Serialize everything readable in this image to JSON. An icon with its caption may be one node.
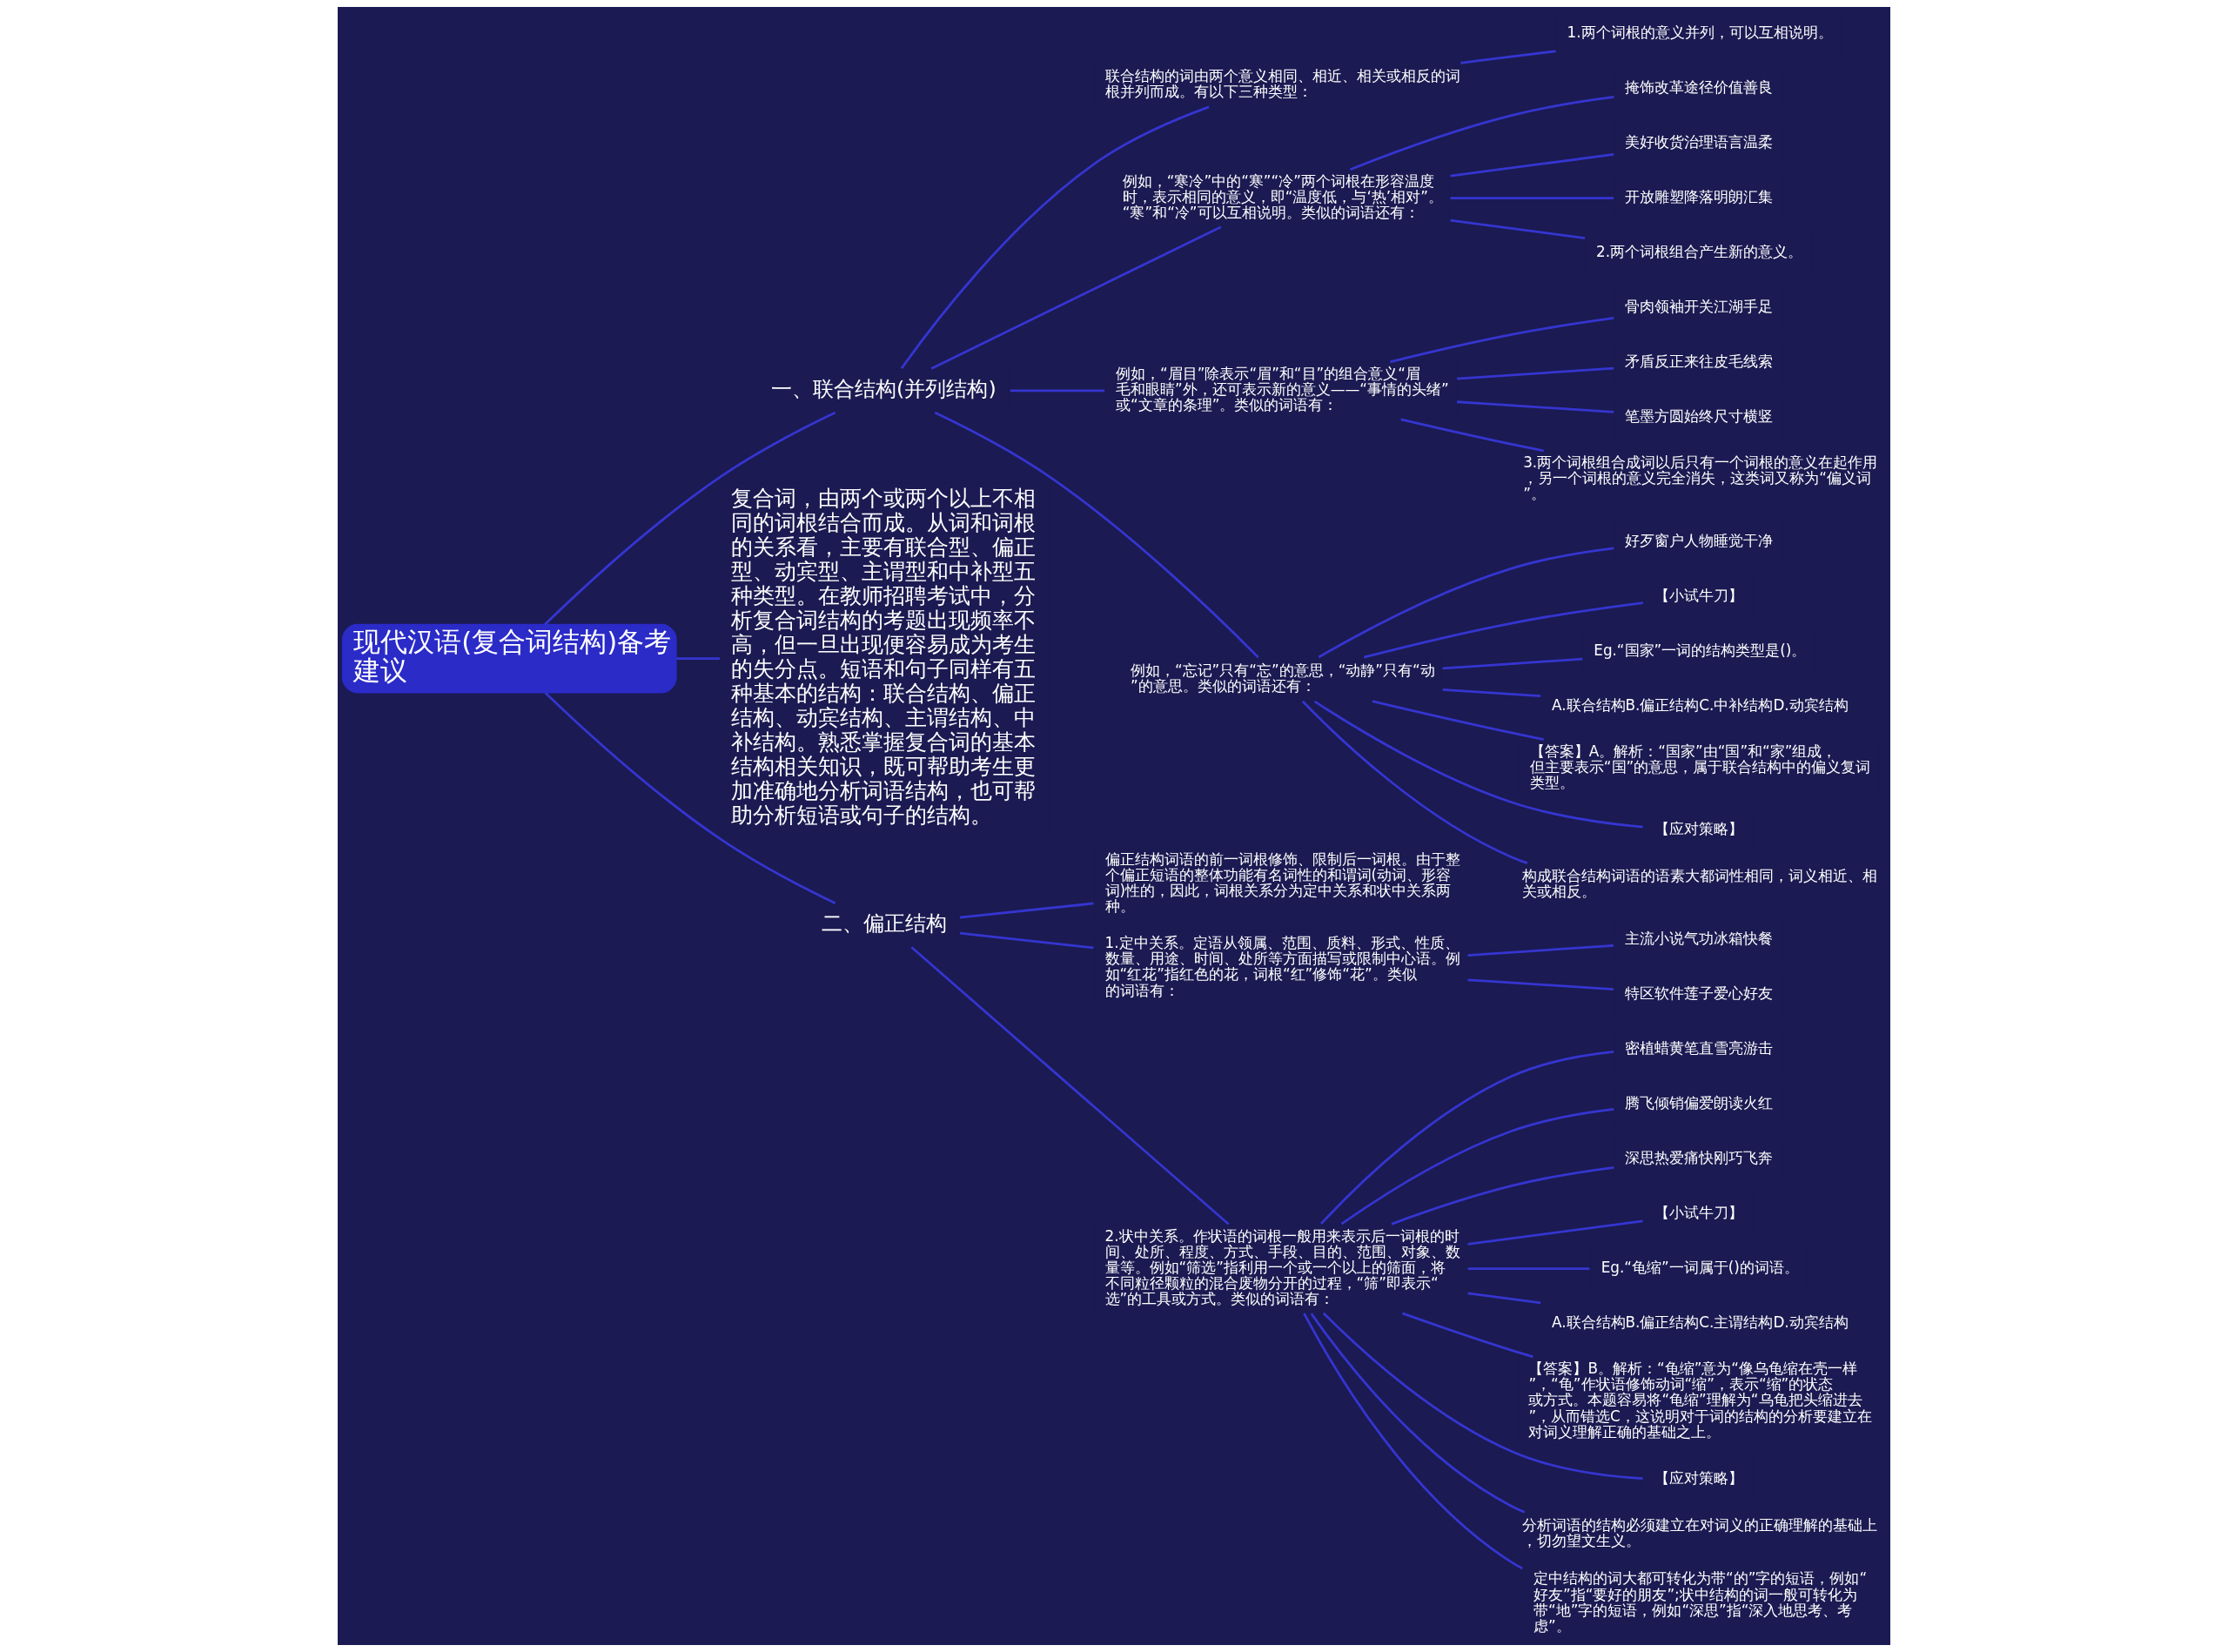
{
  "diagram": {
    "nodes": [
      {
        "text": [
          "现代汉语(复合词结构)备考建议"
        ]
      },
      {
        "text": [
          "一、联合结构(并列结构)"
        ]
      },
      {
        "text": [
          "联合结构的词由两个意义相同、相近、相关或相反的词根并列而成。有以下三种类型："
        ]
      },
      {
        "text": [
          "例如，“寒冷”中的“寒”“冷”两个词根在形容温度时，表示相同的意义，即“温度低，与‘热’相对”。“寒”和“冷”可以互相说明。类似的词语还有："
        ]
      },
      {
        "text": [
          "例如，“眉目”除表示“眉”和“目”的组合意义“眉毛和眼睛”外，还可表示新的意义——“事情的头绪”或“文章的条理”。类似的词语有："
        ]
      },
      {
        "text": [
          "例如，“忘记”只有“忘”的意思，“动静”只有“动”的意思。类似的词语还有："
        ]
      },
      {
        "text": [
          "1.两个词根的意义并列，可以互相说明。"
        ]
      },
      {
        "text": [
          "掩饰改革途径价值善良"
        ]
      },
      {
        "text": [
          "美好收货治理语言温柔"
        ]
      },
      {
        "text": [
          "开放雕塑降落明朗汇集"
        ]
      },
      {
        "text": [
          "2.两个词根组合产生新的意义。"
        ]
      },
      {
        "text": [
          "骨肉领袖开关江湖手足"
        ]
      },
      {
        "text": [
          "矛盾反正来往皮毛线索"
        ]
      },
      {
        "text": [
          "笔墨方圆始终尺寸横竖"
        ]
      },
      {
        "text": [
          "3.两个词根组合成词以后只有一个词根的意义在起作用，另一个词根的意义完全消失，这类词又称为“偏义词”。"
        ]
      },
      {
        "text": [
          "好歹窗户人物睡觉干净"
        ]
      },
      {
        "text": [
          "【小试牛刀】"
        ]
      },
      {
        "text": [
          "Eg.“国家”一词的结构类型是()。"
        ]
      },
      {
        "text": [
          "A.联合结构B.偏正结构C.中补结构D.动宾结构"
        ]
      },
      {
        "text": [
          "【答案】A。解析：“国家”由“国”和“家”组成，但主要表示“国”的意思，属于联合结构中的偏义复词类型。"
        ]
      },
      {
        "text": [
          "【应对策略】"
        ]
      },
      {
        "text": [
          "构成联合结构词语的语素大都词性相同，词义相近、相关或相反。"
        ]
      },
      {
        "text": [
          "复合词，由两个或两个以上不相同的词根结合而成。从词和词根的关系看，主要有联合型、偏正型、动宾型、主谓型和中补型五种类型。在教师招聘考试中，分析复合词结构的考题出现频率不高，但一旦出现便容易成为考生的失分点。短语和句子同样有五种基本的结构：联合结构、偏正结构、动宾结构、主谓结构、中补结构。熟悉掌握复合词的基本结构相关知识，既可帮助考生更加准确地分析词语结构，也可帮助分析短语或句子的结构。"
        ]
      },
      {
        "text": [
          "二、偏正结构"
        ]
      },
      {
        "text": [
          "偏正结构词语的前一词根修饰、限制后一词根。由于整个偏正短语的整体功能有名词性的和谓词(动词、形容词)性的，因此，词根关系分为定中关系和状中关系两种。"
        ]
      },
      {
        "text": [
          "1.定中关系。定语从领属、范围、质料、形式、性质、数量、用途、时间、处所等方面描写或限制中心语。例如“红花”指红色的花，词根“红”修饰“花”。类似的词语有："
        ]
      },
      {
        "text": [
          "2.状中关系。作状语的词根一般用来表示后一词根的时间、处所、程度、方式、手段、目的、范围、对象、数量等。例如“筛选”指利用一个或一个以上的筛面，将不同粒径颗粒的混合废物分开的过程，“筛”即表示“选”的工具或方式。类似的词语有："
        ]
      },
      {
        "text": [
          "主流小说气功冰箱快餐"
        ]
      },
      {
        "text": [
          "特区软件莲子爱心好友"
        ]
      },
      {
        "text": [
          "密植蜡黄笔直雪亮游击"
        ]
      },
      {
        "text": [
          "腾飞倾销偏爱朗读火红"
        ]
      },
      {
        "text": [
          "深思热爱痛快刚巧飞奔"
        ]
      },
      {
        "text": [
          "【小试牛刀】"
        ]
      },
      {
        "text": [
          "Eg.“龟缩”一词属于()的词语。"
        ]
      },
      {
        "text": [
          "A.联合结构B.偏正结构C.主谓结构D.动宾结构"
        ]
      },
      {
        "text": [
          "【答案】B。解析：“龟缩”意为“像乌龟缩在壳一样”，“龟”作状语修饰动词“缩”，表示“缩”的状态或方式。本题容易将“龟缩”理解为“乌龟把头缩进去”，从而错选C，这说明对于词的结构的分析要建立在对词义理解正确的基础之上。"
        ]
      },
      {
        "text": [
          "【应对策略】"
        ]
      },
      {
        "text": [
          "分析词语的结构必须建立在对词义的正确理解的基础上，切勿望文生义。"
        ]
      },
      {
        "text": [
          "定中结构的词大都可转化为带“的”字的短语，例如“好友”指“要好的朋友”;状中结构的词一般可转化为带“地”字的短语，例如“深思”指“深入地思考、考虑”。"
        ]
      }
    ],
    "edges": [
      {
        "from": 0,
        "to": 1,
        "arrow": "none"
      },
      {
        "from": 1,
        "to": 2,
        "arrow": "none"
      },
      {
        "from": 1,
        "to": 3,
        "arrow": "none"
      },
      {
        "from": 1,
        "to": 4,
        "arrow": "none"
      },
      {
        "from": 1,
        "to": 5,
        "arrow": "none"
      },
      {
        "from": 2,
        "to": 6,
        "arrow": "none"
      },
      {
        "from": 3,
        "to": 7,
        "arrow": "none"
      },
      {
        "from": 3,
        "to": 8,
        "arrow": "none"
      },
      {
        "from": 3,
        "to": 9,
        "arrow": "none"
      },
      {
        "from": 3,
        "to": 10,
        "arrow": "none"
      },
      {
        "from": 4,
        "to": 11,
        "arrow": "none"
      },
      {
        "from": 4,
        "to": 12,
        "arrow": "none"
      },
      {
        "from": 4,
        "to": 13,
        "arrow": "none"
      },
      {
        "from": 4,
        "to": 14,
        "arrow": "none"
      },
      {
        "from": 5,
        "to": 15,
        "arrow": "none"
      },
      {
        "from": 5,
        "to": 16,
        "arrow": "none"
      },
      {
        "from": 5,
        "to": 17,
        "arrow": "none"
      },
      {
        "from": 5,
        "to": 18,
        "arrow": "none"
      },
      {
        "from": 5,
        "to": 19,
        "arrow": "none"
      },
      {
        "from": 5,
        "to": 20,
        "arrow": "none"
      },
      {
        "from": 5,
        "to": 21,
        "arrow": "none"
      },
      {
        "from": 0,
        "to": 22,
        "arrow": "none"
      },
      {
        "from": 0,
        "to": 23,
        "arrow": "none"
      },
      {
        "from": 23,
        "to": 24,
        "arrow": "none"
      },
      {
        "from": 23,
        "to": 25,
        "arrow": "none"
      },
      {
        "from": 23,
        "to": 26,
        "arrow": "none"
      },
      {
        "from": 25,
        "to": 27,
        "arrow": "none"
      },
      {
        "from": 25,
        "to": 28,
        "arrow": "none"
      },
      {
        "from": 26,
        "to": 29,
        "arrow": "none"
      },
      {
        "from": 26,
        "to": 30,
        "arrow": "none"
      },
      {
        "from": 26,
        "to": 31,
        "arrow": "none"
      },
      {
        "from": 26,
        "to": 32,
        "arrow": "none"
      },
      {
        "from": 26,
        "to": 33,
        "arrow": "none"
      },
      {
        "from": 26,
        "to": 34,
        "arrow": "none"
      },
      {
        "from": 26,
        "to": 35,
        "arrow": "none"
      },
      {
        "from": 26,
        "to": 36,
        "arrow": "none"
      },
      {
        "from": 26,
        "to": 37,
        "arrow": "none"
      },
      {
        "from": 26,
        "to": 38,
        "arrow": "none"
      }
    ]
  }
}
